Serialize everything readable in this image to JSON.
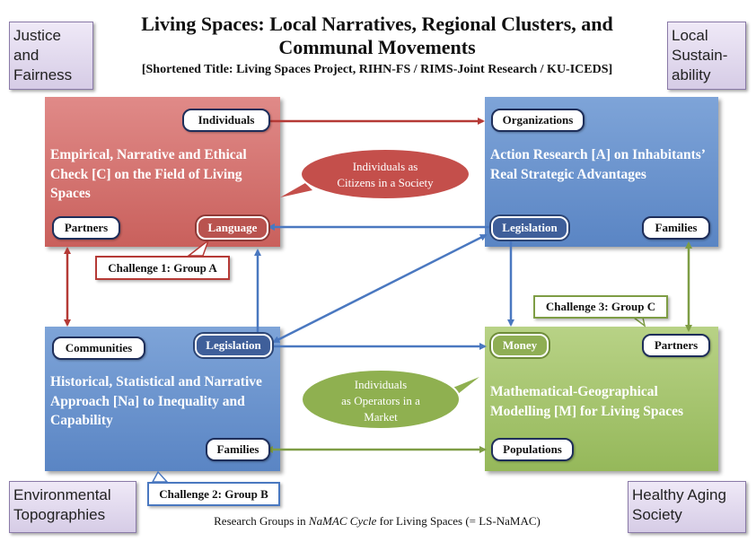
{
  "title": "Living Spaces: Local Narratives, Regional Clusters, and Communal Movements",
  "subtitle": "[Shortened Title: Living Spaces Project, RIHN-FS / RIMS-Joint Research / KU-ICEDS]",
  "corners": {
    "top_left": "Justice\nand\nFairness",
    "top_right": "Local\nSustain-\nability",
    "bottom_left": "Environmental\nTopographies",
    "bottom_right": "Healthy Aging\nSociety"
  },
  "boxes": {
    "c": {
      "text": "Empirical, Narrative and Ethical Check [C] on the Field of Living Spaces",
      "color": "#c9605c"
    },
    "a": {
      "text": "Action Research [A] on Inhabitants’ Real Strategic Advantages",
      "color": "#5a85c4"
    },
    "na": {
      "text": "Historical, Statistical and Narrative Approach [Na] to Inequality and Capability",
      "color": "#5a85c4"
    },
    "m": {
      "text": "Mathematical-Geographical Modelling [M] for Living Spaces",
      "color": "#95b85a"
    }
  },
  "pills": {
    "individuals": "Individuals",
    "partners_c": "Partners",
    "language": "Language",
    "organizations": "Organizations",
    "legislation_a": "Legislation",
    "families_a": "Families",
    "communities": "Communities",
    "legislation_na": "Legislation",
    "families_na": "Families",
    "money": "Money",
    "partners_m": "Partners",
    "populations": "Populations"
  },
  "bubbles": {
    "citizens": {
      "line1": "Individuals as",
      "line2": "Citizens in a Society",
      "color": "#c44f4b"
    },
    "operators": {
      "line1": "Individuals",
      "line2": "as Operators in a",
      "line3": "Market",
      "color": "#8fb050"
    }
  },
  "challenges": {
    "group_a": "Challenge 1: Group A",
    "group_b": "Challenge 2: Group B",
    "group_c": "Challenge 3: Group C"
  },
  "footer": {
    "prefix": "Research Groups in ",
    "emphasis": "NaMAC Cycle",
    "suffix": " for Living Spaces (= LS-NaMAC)"
  },
  "colors": {
    "red_arrow": "#b53a36",
    "blue_arrow": "#4a78c0",
    "green_arrow": "#7e9d45",
    "corner_fill": "#e2d9ef"
  }
}
